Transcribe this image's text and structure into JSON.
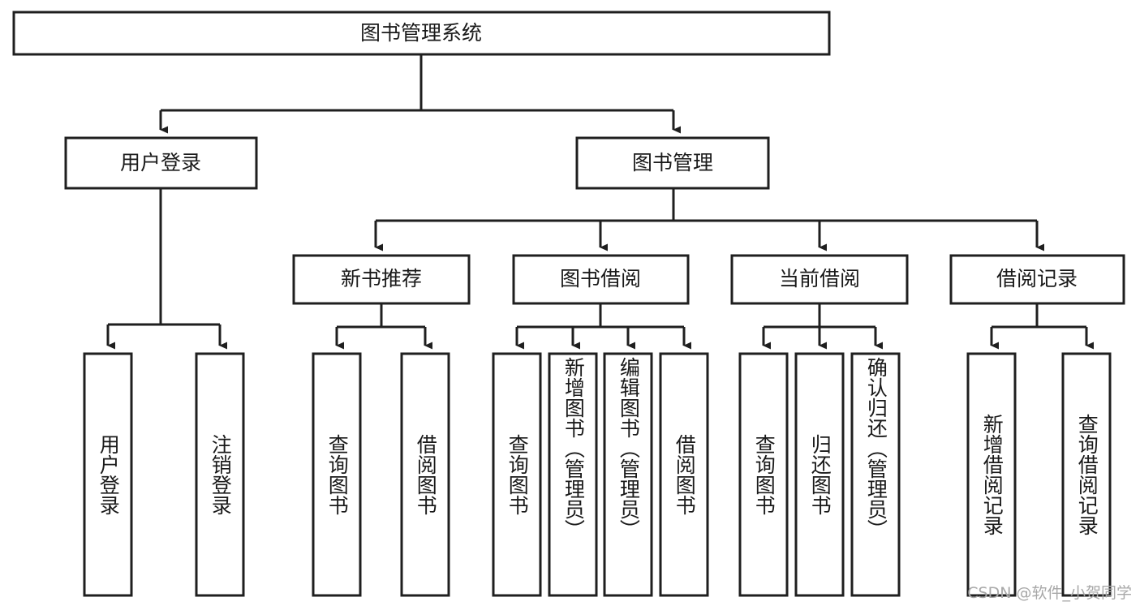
{
  "diagram": {
    "type": "tree-hierarchy-chart",
    "title": "图书管理系统",
    "watermark": "CSDN @软件_小贺同学",
    "colors": {
      "stroke": "#1f1f1f",
      "fill": "#ffffff",
      "text": "#1a1a1a",
      "watermark": "#a8a8a8",
      "background": "#ffffff"
    },
    "levels": {
      "root": {
        "label": "图书管理系统"
      },
      "level2": [
        {
          "label": "用户登录"
        },
        {
          "label": "图书管理"
        }
      ],
      "level3": [
        {
          "label": "新书推荐"
        },
        {
          "label": "图书借阅"
        },
        {
          "label": "当前借阅"
        },
        {
          "label": "借阅记录"
        }
      ],
      "leaves": {
        "user_login": [
          {
            "label": "用户登录"
          },
          {
            "label": "注销登录"
          }
        ],
        "new_book_recommend": [
          {
            "label": "查询图书"
          },
          {
            "label": "借阅图书"
          }
        ],
        "book_borrow": [
          {
            "label": "查询图书"
          },
          {
            "label": "新增图书（管理员）"
          },
          {
            "label": "编辑图书（管理员）"
          },
          {
            "label": "借阅图书"
          }
        ],
        "current_borrow": [
          {
            "label": "查询图书"
          },
          {
            "label": "归还图书"
          },
          {
            "label": "确认归还（管理员）"
          }
        ],
        "borrow_record": [
          {
            "label": "新增借阅记录"
          },
          {
            "label": "查询借阅记录"
          }
        ]
      }
    }
  }
}
